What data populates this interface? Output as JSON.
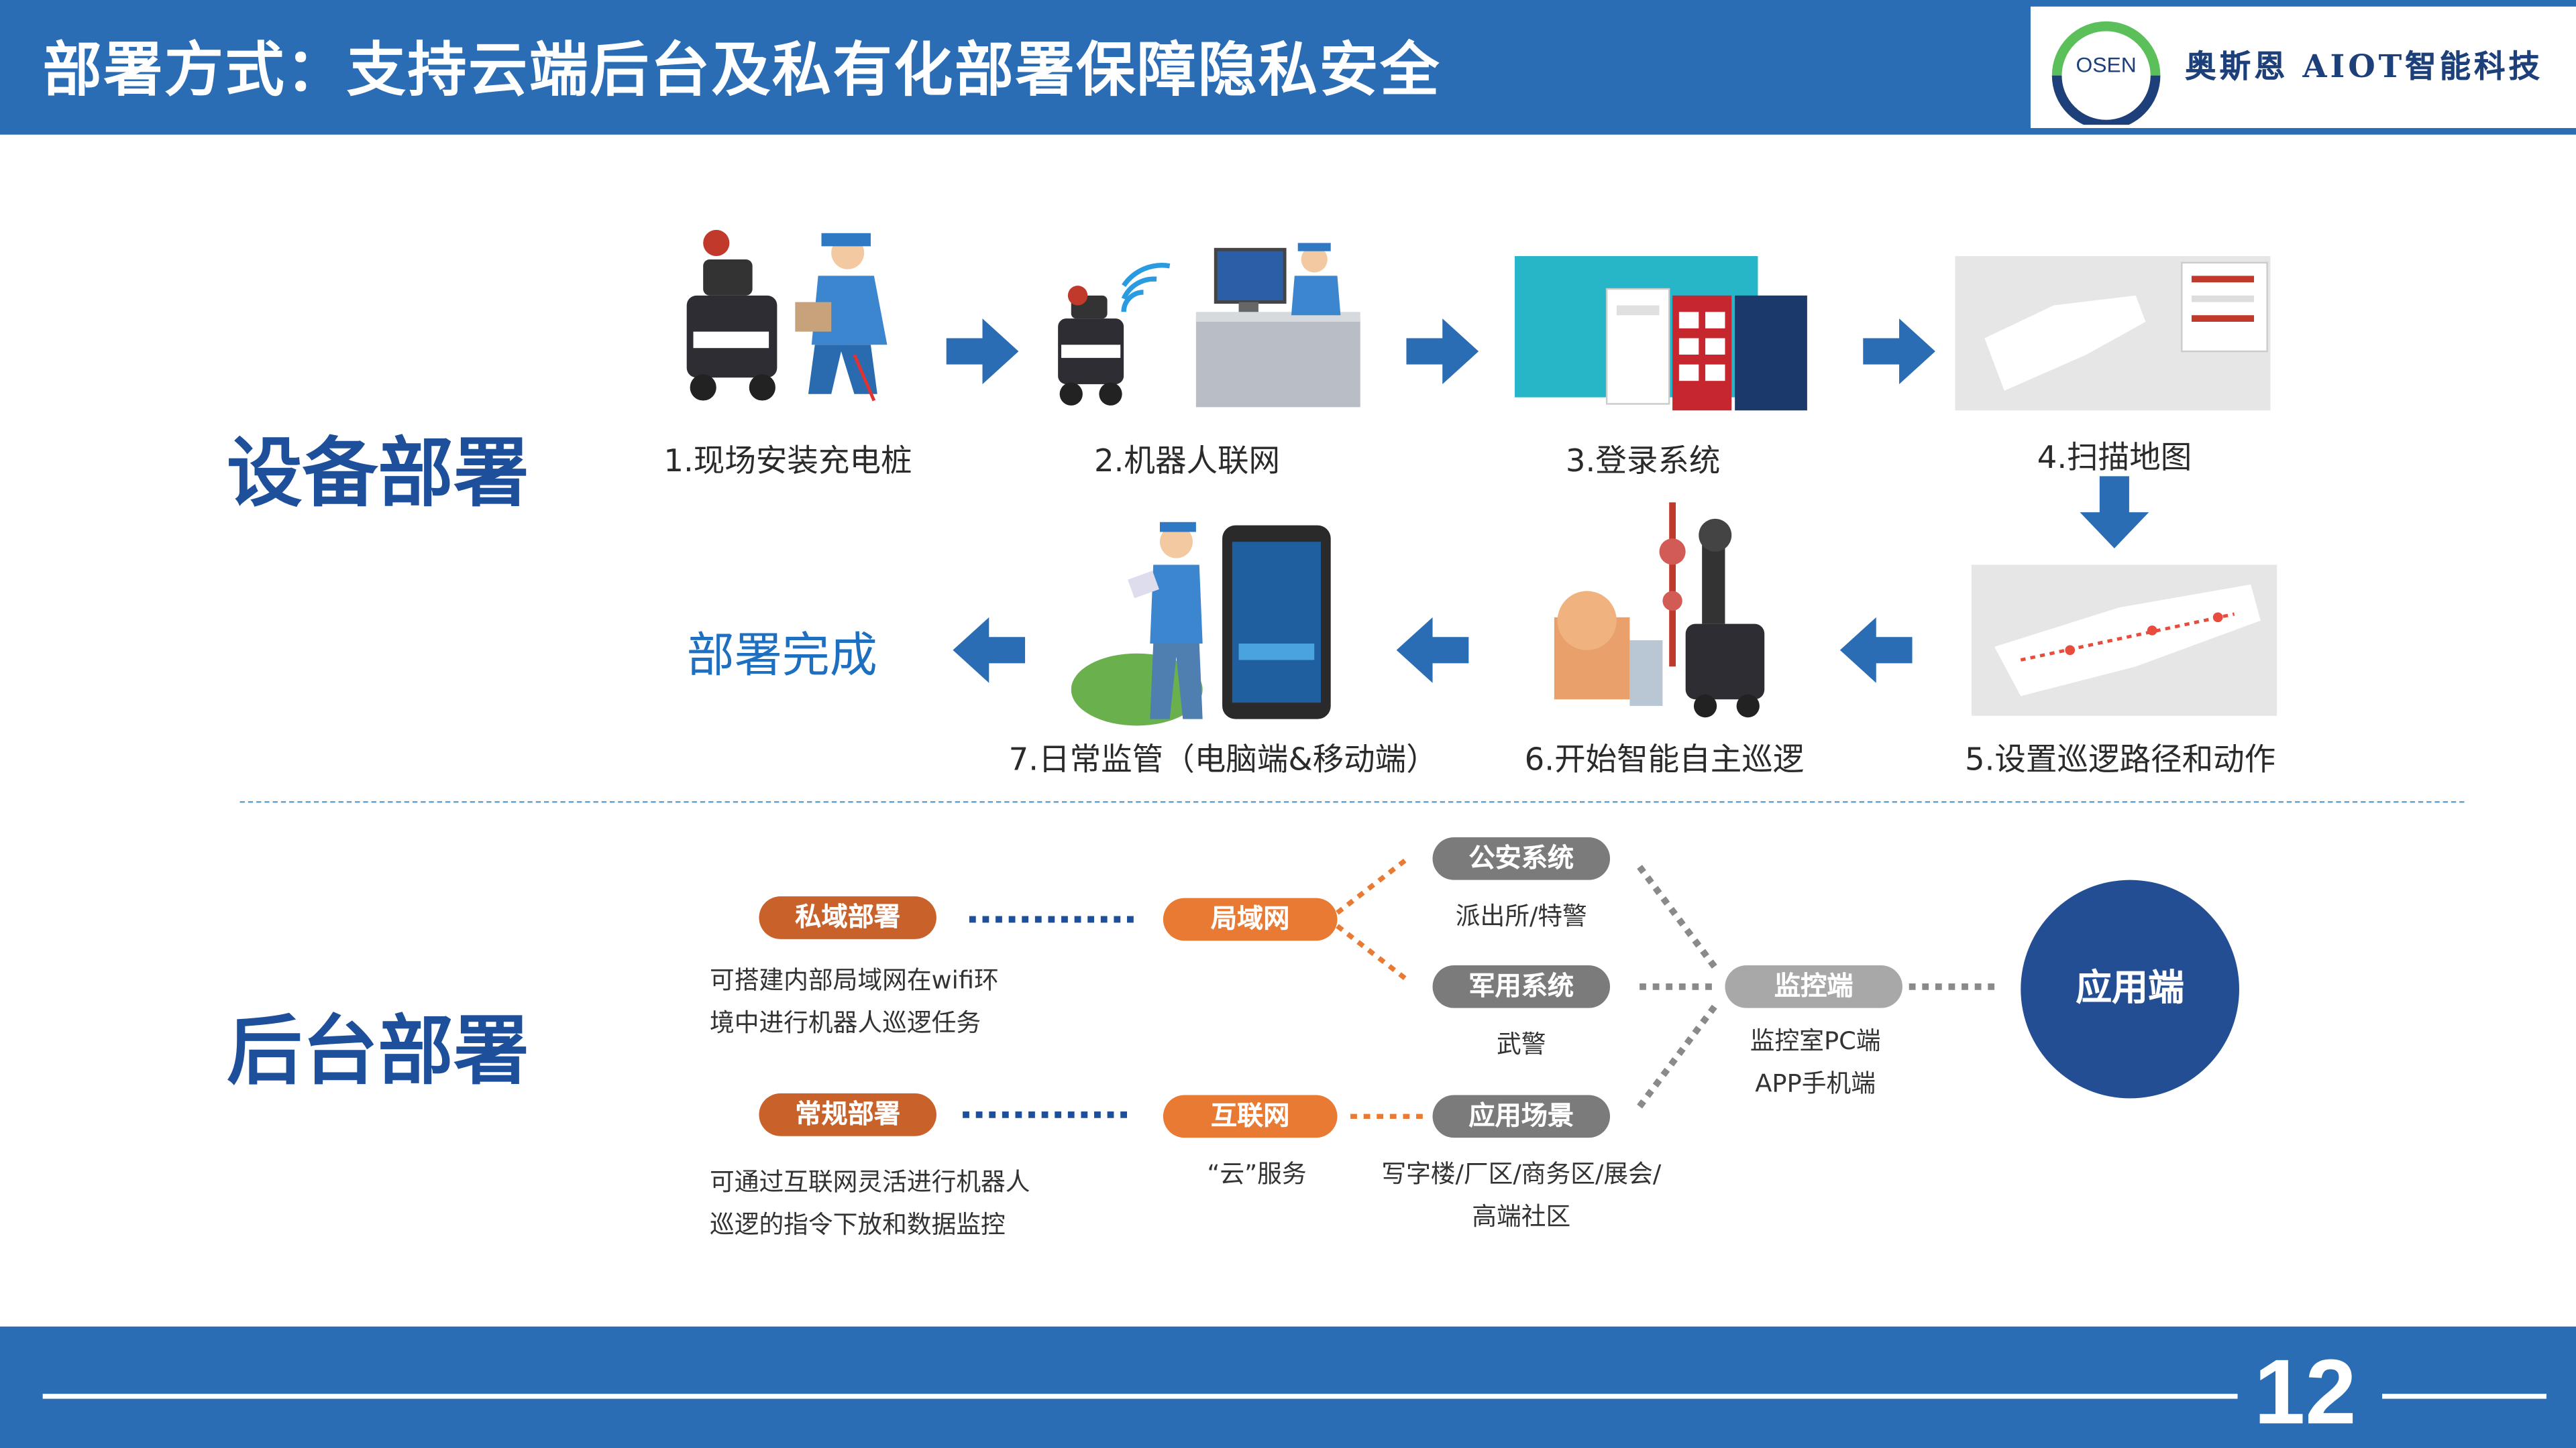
{
  "header": {
    "title": "部署方式：支持云端后台及私有化部署保障隐私安全",
    "logo_mark": "OSEN",
    "logo_text": "奥斯恩 AIOT智能科技"
  },
  "device_section": {
    "title": "设备部署",
    "steps": [
      "1.现场安装充电桩",
      "2.机器人联网",
      "3.登录系统",
      "4.扫描地图",
      "5.设置巡逻路径和动作",
      "6.开始智能自主巡逻",
      "7.日常监管（电脑端&移动端）"
    ],
    "done_label": "部署完成"
  },
  "backend_section": {
    "title": "后台部署",
    "private": {
      "label": "私域部署",
      "desc_line1": "可搭建内部局域网在wifi环",
      "desc_line2": "境中进行机器人巡逻任务"
    },
    "regular": {
      "label": "常规部署",
      "desc_line1": "可通过互联网灵活进行机器人",
      "desc_line2": "巡逻的指令下放和数据监控"
    },
    "lan": {
      "label": "局域网"
    },
    "internet": {
      "label": "互联网",
      "desc": "“云”服务"
    },
    "police": {
      "label": "公安系统",
      "desc": "派出所/特警"
    },
    "military": {
      "label": "军用系统",
      "desc": "武警"
    },
    "scene": {
      "label": "应用场景",
      "desc_line1": "写字楼/厂区/商务区/展会/",
      "desc_line2": "高端社区"
    },
    "monitor": {
      "label": "监控端",
      "desc_line1": "监控室PC端",
      "desc_line2": "APP手机端"
    },
    "app": {
      "label": "应用端"
    }
  },
  "footer": {
    "page_number": "12"
  },
  "colors": {
    "brand_blue": "#2a6db5",
    "navy": "#244e94",
    "orange": "#e97a33",
    "gray": "#7b7b7b"
  }
}
